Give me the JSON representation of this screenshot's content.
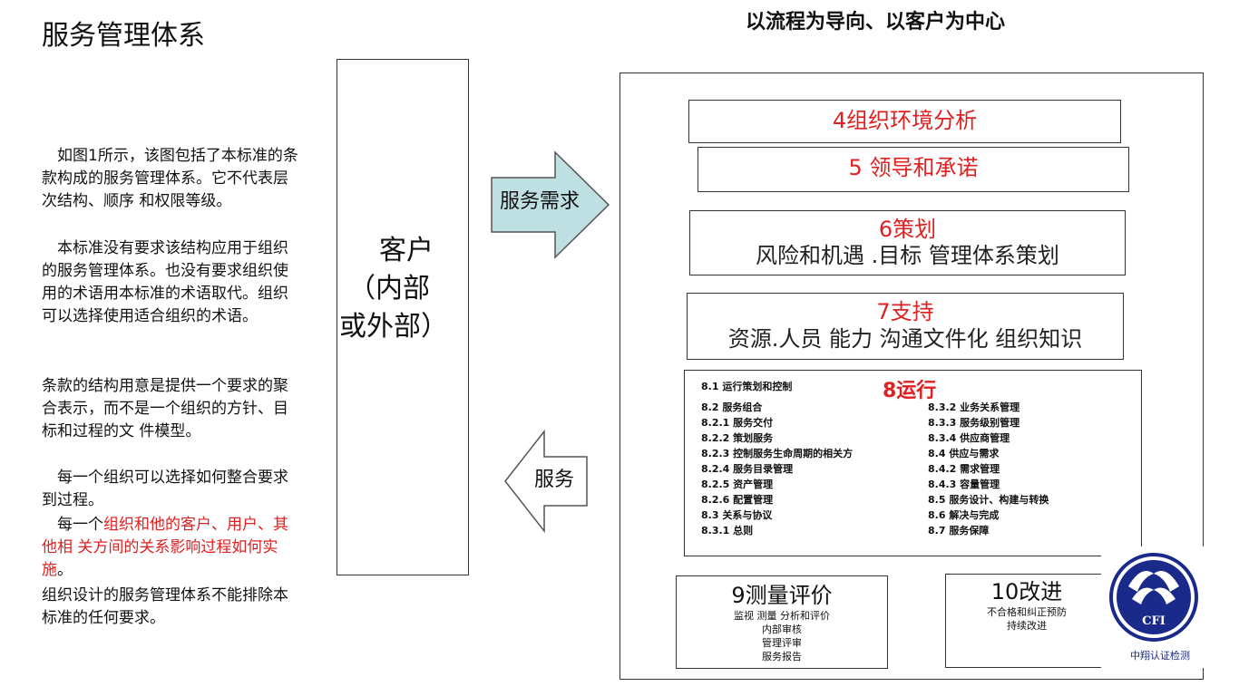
{
  "title": "服务管理体系",
  "subtitle": "以流程为导向、以客户为中心",
  "left_text": {
    "p1": "　如图1所示，该图包括了本标准的条款构成的服务管理体系。它不代表层次结构、顺序 和权限等级。",
    "p2": "　本标准没有要求该结构应用于组织的服务管理体系。也没有要求组织使用的术语用本标准的术语取代。组织可以选择使用适合组织的术语。",
    "p3": "条款的结构用意是提供一个要求的聚合表示，而不是一个组织的方针、目标和过程的文 件模型。",
    "p4": "　每一个组织可以选择如何整合要求到过程。",
    "p5_prefix": "　每一个",
    "p5_red": "组织和他的客户、用户、其他相 关方间的关系影响过程如何实施",
    "p5_suffix": "。",
    "p6": "组织设计的服务管理体系不能排除本标准的任何要求。"
  },
  "customer": {
    "line1": "客户",
    "line2": "（内部",
    "line3": "或外部）"
  },
  "arrows": {
    "demand": "服务需求",
    "service": "服务"
  },
  "colors": {
    "arrow_fill": "#bfe0e2",
    "accent": "#e02020"
  },
  "boxes": {
    "context": "4组织环境分析",
    "leadership": "5 领导和承诺",
    "planning_title": "6策划",
    "planning_sub": "风险和机遇  .目标   管理体系策划",
    "support_title": "7支持",
    "support_sub": "资源.人员 能力 沟通文件化  组织知识"
  },
  "operation": {
    "title": "8运行",
    "first": "8.1 运行策划和控制",
    "left": [
      "8.2 服务组合",
      "8.2.1 服务交付",
      "8.2.2 策划服务",
      "8.2.3 控制服务生命周期的相关方",
      "8.2.4 服务目录管理",
      "8.2.5 资产管理",
      "8.2.6 配置管理",
      "8.3 关系与协议",
      "8.3.1 总则"
    ],
    "right": [
      "8.3.2 业务关系管理",
      "8.3.3 服务级别管理",
      "8.3.4 供应商管理",
      "8.4 供应与需求",
      "8.4.2 需求管理",
      "8.4.3 容量管理",
      "8.5 服务设计、构建与转换",
      "8.6 解决与完成",
      "8.7 服务保障"
    ]
  },
  "evaluation": {
    "title": "9测量评价",
    "items": [
      "监视 测量 分析和评价",
      "内部审核",
      "管理评审",
      "服务报告"
    ]
  },
  "improvement": {
    "title": "10改进",
    "items": [
      "不合格和纠正预防",
      "持续改进"
    ]
  },
  "logo": {
    "text": "CFI",
    "caption": "中翔认证检测"
  }
}
